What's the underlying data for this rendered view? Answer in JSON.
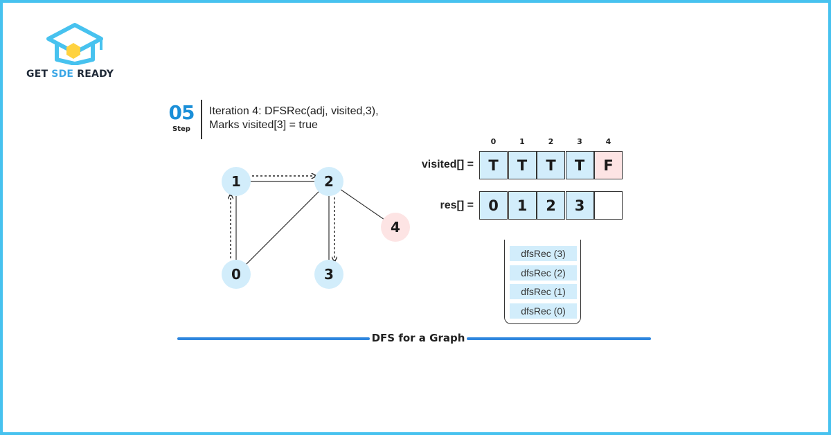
{
  "brand": {
    "prefix": "GET ",
    "highlight": "SDE",
    "suffix": " READY",
    "primary_color": "#47c2ef",
    "highlight_color": "#3aa6e6"
  },
  "step": {
    "number": "05",
    "word": "Step",
    "line1": "Iteration 4: DFSRec(adj, visited,3),",
    "line2": "Marks visited[3] = true"
  },
  "graph": {
    "nodes": [
      {
        "id": "0",
        "label": "0",
        "state": "visited"
      },
      {
        "id": "1",
        "label": "1",
        "state": "visited"
      },
      {
        "id": "2",
        "label": "2",
        "state": "visited"
      },
      {
        "id": "3",
        "label": "3",
        "state": "visited"
      },
      {
        "id": "4",
        "label": "4",
        "state": "unvisited"
      }
    ],
    "edges": [
      [
        "0",
        "1"
      ],
      [
        "1",
        "2"
      ],
      [
        "0",
        "2"
      ],
      [
        "2",
        "3"
      ],
      [
        "2",
        "4"
      ]
    ],
    "traversal": [
      [
        "0",
        "1"
      ],
      [
        "1",
        "2"
      ],
      [
        "2",
        "3"
      ]
    ],
    "visited_color": "#d2edfb",
    "unvisited_color": "#fde4e4"
  },
  "visited": {
    "label": "visited[] =",
    "indices": [
      "0",
      "1",
      "2",
      "3",
      "4"
    ],
    "values": [
      "T",
      "T",
      "T",
      "T",
      "F"
    ],
    "true_color": "#d2edfb",
    "false_color": "#fde4e4"
  },
  "res": {
    "label": "res[] =",
    "values": [
      "0",
      "1",
      "2",
      "3",
      ""
    ]
  },
  "call_stack": [
    "dfsRec (3)",
    "dfsRec (2)",
    "dfsRec (1)",
    "dfsRec (0)"
  ],
  "caption": "DFS for a Graph"
}
